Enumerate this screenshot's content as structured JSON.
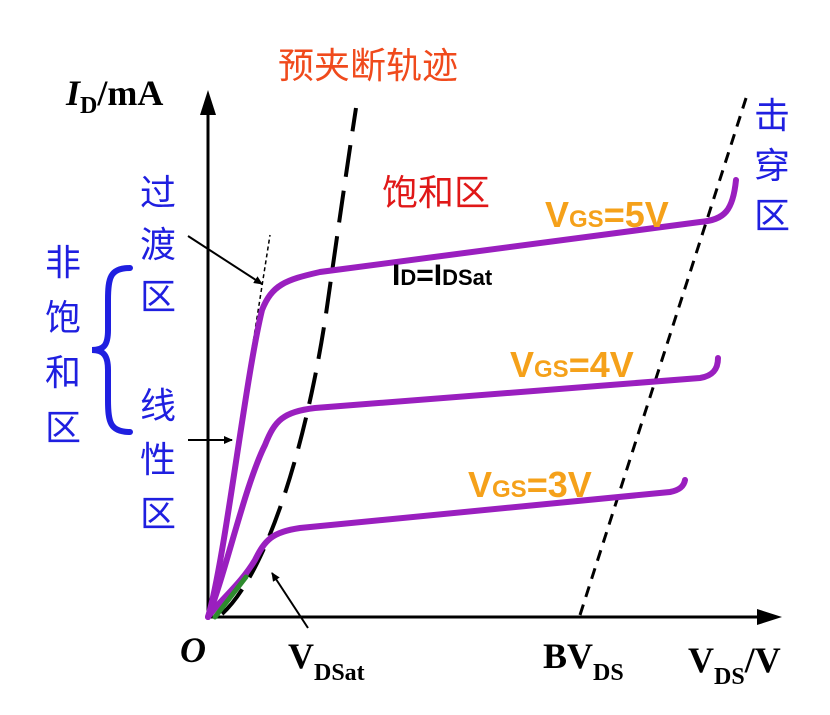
{
  "axes": {
    "y_label": {
      "main": "I",
      "sub": "D",
      "rest": "/mA"
    },
    "x_label": {
      "main": "V",
      "sub": "DS",
      "rest": "/V"
    },
    "origin": "O"
  },
  "labels": {
    "pinch_off_locus": "预夹断轨迹",
    "saturation_region": "饱和区",
    "breakdown_region": [
      "击",
      "穿",
      "区"
    ],
    "transition_region": [
      "过",
      "渡",
      "区"
    ],
    "non_saturation_region": [
      "非",
      "饱",
      "和",
      "区"
    ],
    "linear_region": [
      "线",
      "性",
      "区"
    ],
    "id_equation": {
      "a": "I",
      "b": "D",
      "c": "=I",
      "d": "DSat"
    },
    "vdsat": {
      "main": "V",
      "sub": "DSat"
    },
    "bvds": {
      "main": "BV",
      "sub": "DS"
    }
  },
  "curves": [
    {
      "id": "vgs5",
      "label": {
        "main": "V",
        "sub": "GS",
        "rest": "=5V"
      }
    },
    {
      "id": "vgs4",
      "label": {
        "main": "V",
        "sub": "GS",
        "rest": "=4V"
      }
    },
    {
      "id": "vgs3",
      "label": {
        "main": "V",
        "sub": "GS",
        "rest": "=3V"
      }
    }
  ],
  "colors": {
    "curve": "#9a1fbf",
    "curve_label": "#f5a11a",
    "region_blue": "#1f1fe0",
    "region_red": "#e01818",
    "title_orange": "#f04a1c",
    "axis": "#000000",
    "linear_segment": "#2e8b2e"
  }
}
